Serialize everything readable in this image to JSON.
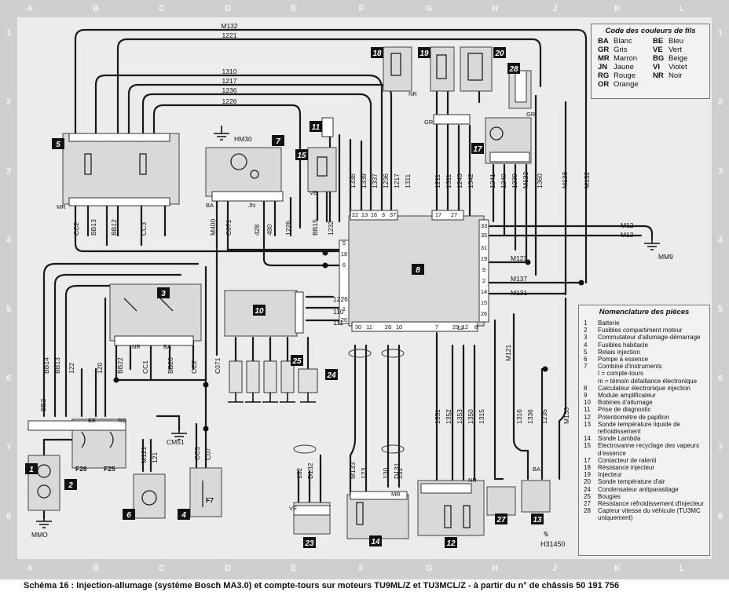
{
  "caption": "Schéma 16 : Injection-allumage (système Bosch MA3.0) et compte-tours sur moteurs TU9ML/Z et TU3MCL/Z - à partir du n° de châssis 50 191 756",
  "reference": "H31450",
  "grid": {
    "columns": [
      "A",
      "B",
      "C",
      "D",
      "E",
      "F",
      "G",
      "H",
      "J",
      "K",
      "L"
    ],
    "rows": [
      "1",
      "2",
      "3",
      "4",
      "5",
      "6",
      "7",
      "8"
    ]
  },
  "color_code": {
    "title": "Code des couleurs de fils",
    "entries": [
      {
        "code": "BA",
        "name": "Blanc"
      },
      {
        "code": "BE",
        "name": "Bleu"
      },
      {
        "code": "GR",
        "name": "Gris"
      },
      {
        "code": "VE",
        "name": "Vert"
      },
      {
        "code": "MR",
        "name": "Marron"
      },
      {
        "code": "BG",
        "name": "Beige"
      },
      {
        "code": "JN",
        "name": "Jaune"
      },
      {
        "code": "VI",
        "name": "Violet"
      },
      {
        "code": "RG",
        "name": "Rouge"
      },
      {
        "code": "NR",
        "name": "Noir"
      },
      {
        "code": "OR",
        "name": "Orange"
      },
      {
        "code": "",
        "name": ""
      }
    ]
  },
  "nomenclature": {
    "title": "Nomenclature des pièces",
    "items": [
      {
        "n": "1",
        "label": "Batterie"
      },
      {
        "n": "2",
        "label": "Fusibles compartiment moteur"
      },
      {
        "n": "3",
        "label": "Commutateur d'allumage-démarrage"
      },
      {
        "n": "4",
        "label": "Fusibles habitacle"
      },
      {
        "n": "5",
        "label": "Relais injection"
      },
      {
        "n": "6",
        "label": "Pompe à essence"
      },
      {
        "n": "7",
        "label": "Combiné d'instruments"
      },
      {
        "n": "",
        "label": "I = compte-tours"
      },
      {
        "n": "",
        "label": "m = témoin défaillance électronique"
      },
      {
        "n": "8",
        "label": "Calculateur électronique injection"
      },
      {
        "n": "9",
        "label": "Module amplificateur"
      },
      {
        "n": "10",
        "label": "Bobines d'allumage"
      },
      {
        "n": "11",
        "label": "Prise de diagnostic"
      },
      {
        "n": "12",
        "label": "Potentiomètre de papillon"
      },
      {
        "n": "13",
        "label": "Sonde température liquide de refroidissement"
      },
      {
        "n": "14",
        "label": "Sonde Lambda"
      },
      {
        "n": "15",
        "label": "Electrovanne recyclage des vapeurs d'essence"
      },
      {
        "n": "17",
        "label": "Contacteur de ralenti"
      },
      {
        "n": "18",
        "label": "Résistance injecteur"
      },
      {
        "n": "19",
        "label": "Injecteur"
      },
      {
        "n": "20",
        "label": "Sonde température d'air"
      },
      {
        "n": "24",
        "label": "Condensateur antiparasitage"
      },
      {
        "n": "25",
        "label": "Bougies"
      },
      {
        "n": "27",
        "label": "Résistance réfroidissement d'injecteur"
      },
      {
        "n": "28",
        "label": "Capteur vitesse du véhicule (TU3MC uniquement)"
      }
    ]
  },
  "components": [
    {
      "id": "1",
      "label": "1"
    },
    {
      "id": "2",
      "label": "2"
    },
    {
      "id": "3",
      "label": "3"
    },
    {
      "id": "4",
      "label": "4"
    },
    {
      "id": "5",
      "label": "5"
    },
    {
      "id": "6",
      "label": "6"
    },
    {
      "id": "7",
      "label": "7"
    },
    {
      "id": "8",
      "label": "8"
    },
    {
      "id": "10",
      "label": "10"
    },
    {
      "id": "11",
      "label": "11"
    },
    {
      "id": "12",
      "label": "12"
    },
    {
      "id": "13",
      "label": "13"
    },
    {
      "id": "14",
      "label": "14"
    },
    {
      "id": "15",
      "label": "15"
    },
    {
      "id": "17",
      "label": "17"
    },
    {
      "id": "18",
      "label": "18"
    },
    {
      "id": "19",
      "label": "19"
    },
    {
      "id": "20",
      "label": "20"
    },
    {
      "id": "23",
      "label": "23"
    },
    {
      "id": "24",
      "label": "24"
    },
    {
      "id": "25",
      "label": "25"
    },
    {
      "id": "27",
      "label": "27"
    },
    {
      "id": "28",
      "label": "28"
    }
  ],
  "top_wires": [
    "M132",
    "1221",
    "1310",
    "1217",
    "1236",
    "1226"
  ],
  "grounds": [
    "HM30",
    "MM9",
    "CM51",
    "MMO"
  ],
  "fuses": [
    "F26",
    "F25",
    "F7"
  ],
  "wire_labels": [
    "CC2",
    "BB13",
    "BB12",
    "CC3",
    "M400",
    "C071",
    "428",
    "480",
    "1226",
    "BB15",
    "1232",
    "1338",
    "1339",
    "1337",
    "1236",
    "1217",
    "1311",
    "1211",
    "1311",
    "1243",
    "1342",
    "1241",
    "1240",
    "1239",
    "M122",
    "1360",
    "M138",
    "M132",
    "M12",
    "M13",
    "M123",
    "M137",
    "M131",
    "BB14",
    "BB13",
    "122",
    "120",
    "BB22",
    "CC1",
    "BB20",
    "CC2",
    "C071",
    "BB2",
    "M121",
    "121",
    "CC3",
    "C07",
    "1226",
    "110",
    "111",
    "132",
    "D132",
    "M133",
    "123",
    "130",
    "D131",
    "131",
    "1351",
    "1352",
    "1353",
    "1350",
    "1315",
    "M121",
    "1316",
    "1336",
    "1235",
    "M133"
  ],
  "ecu_pins_left": [
    "22",
    "13",
    "16",
    "3",
    "37",
    "5",
    "18",
    "6",
    "1",
    "20"
  ],
  "ecu_pins_right": [
    "33",
    "35",
    "31",
    "19",
    "9",
    "2",
    "14",
    "26",
    "15",
    "17",
    "12",
    "27"
  ],
  "ecu_pins_bottom": [
    "30",
    "11",
    "28",
    "10",
    "7",
    "29",
    "12",
    "8"
  ],
  "color_tags": [
    "MR",
    "BA",
    "JN",
    "VE",
    "NR",
    "GR",
    "BE",
    "RG",
    "NR",
    "BA",
    "NR",
    "MR",
    "VE",
    "BA",
    "GR"
  ]
}
